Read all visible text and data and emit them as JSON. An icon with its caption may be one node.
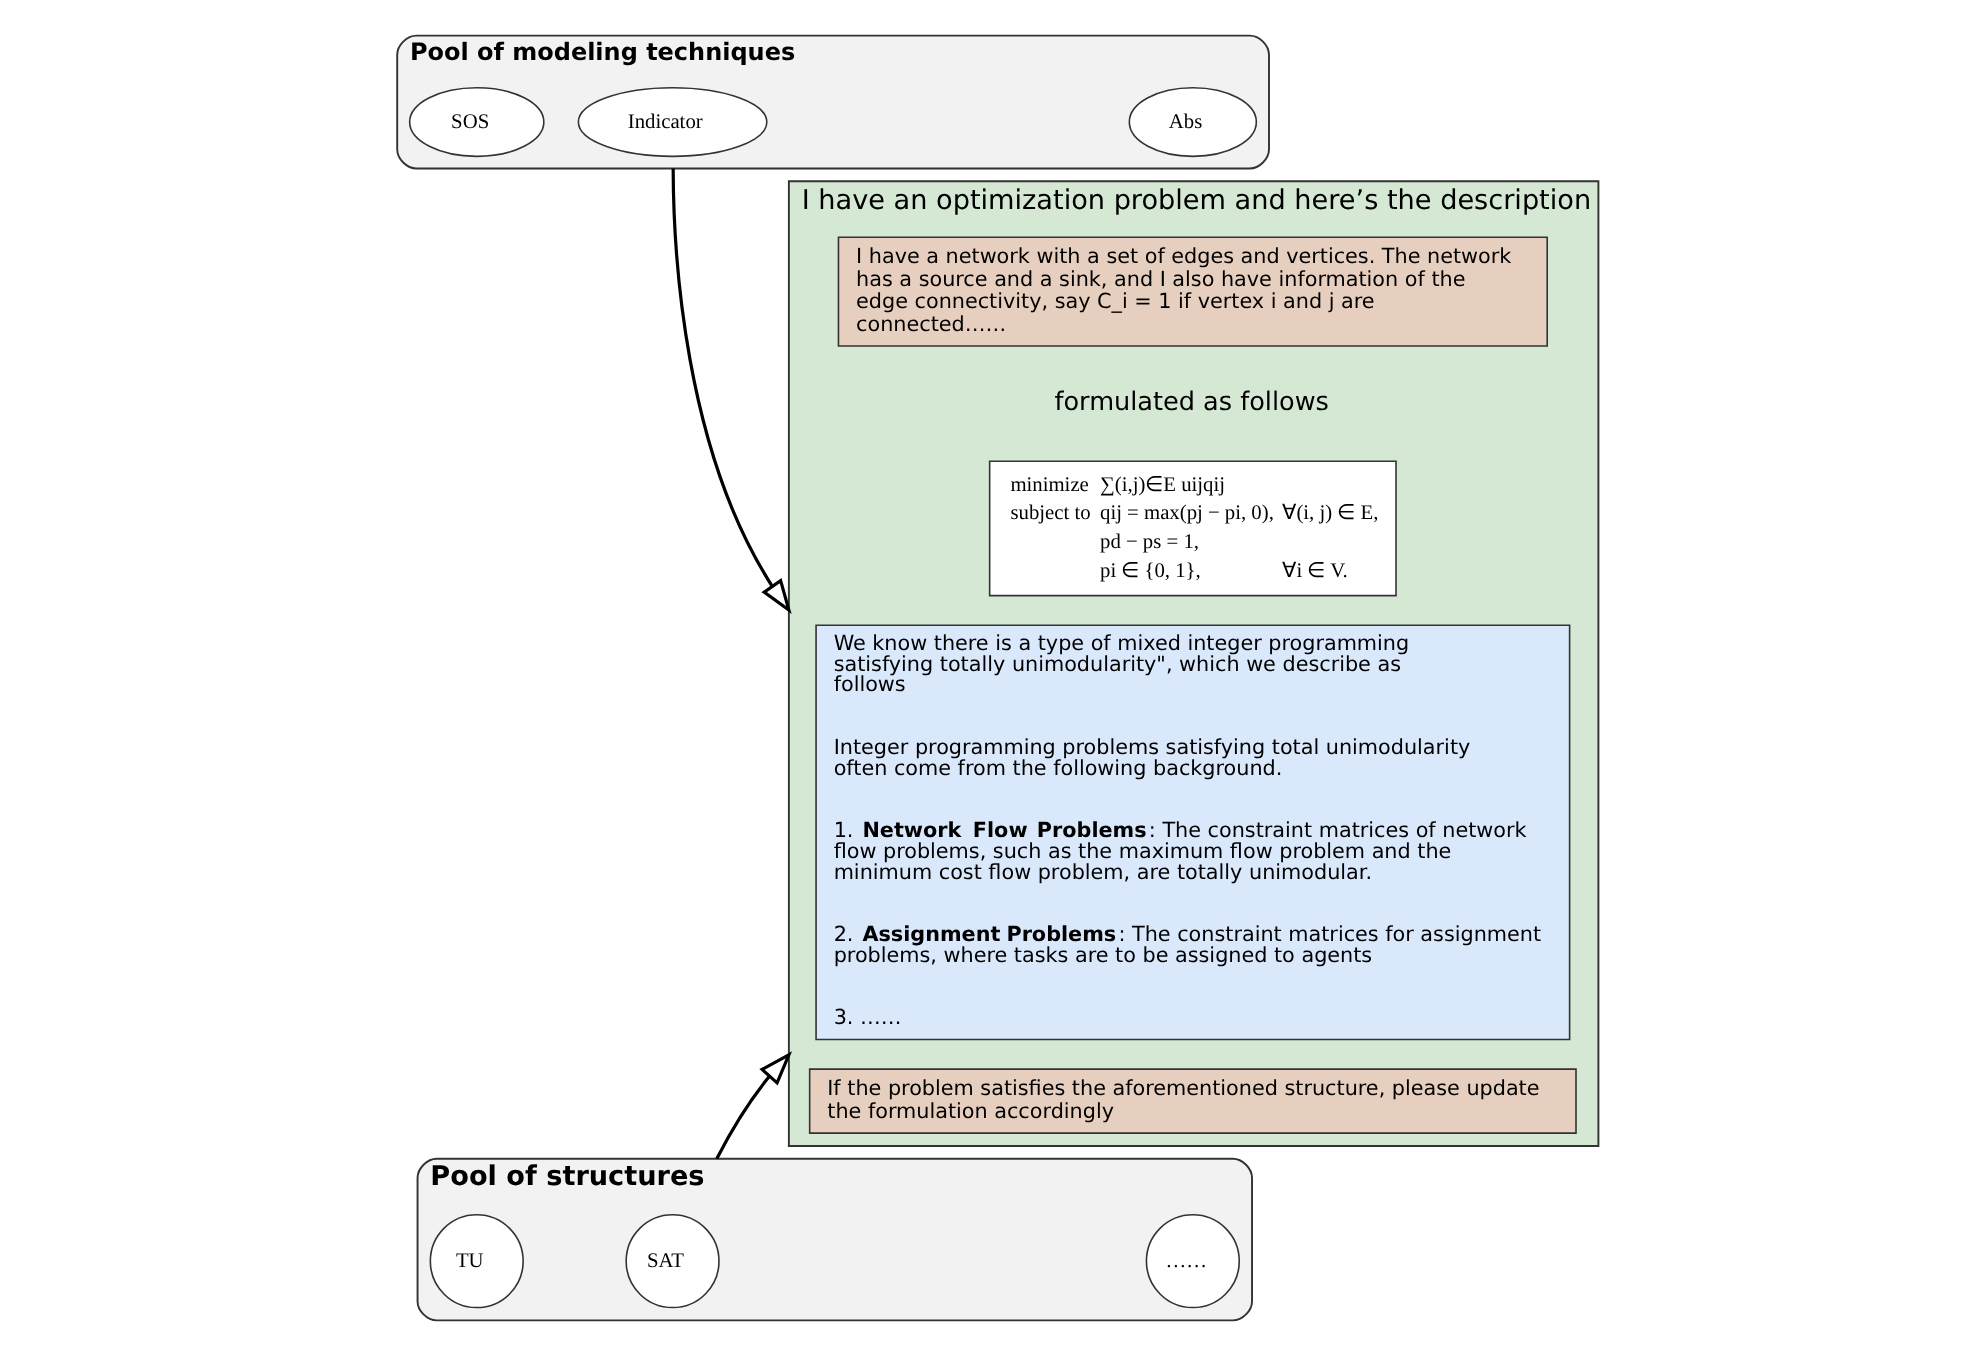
{
  "diagram": {
    "nodes": [
      {
        "text": [
          "Pool of modeling techniques"
        ]
      },
      {
        "text": [
          "SOS"
        ],
        "in": 0
      },
      {
        "text": [
          "Indicator"
        ],
        "in": 0
      },
      {
        "text": [
          "Abs"
        ],
        "in": 0
      },
      {
        "text": [
          "Pool of structures"
        ]
      },
      {
        "text": [
          "TU"
        ],
        "in": 4
      },
      {
        "text": [
          "SAT"
        ],
        "in": 4
      },
      {
        "text": [
          "……"
        ],
        "in": 4
      },
      {
        "text": [
          "I have an optimization problem and here’s the description",
          "formulated as follows"
        ]
      },
      {
        "text": [
          "I have a network with a set of edges and vertices. The network has a source and a sink, and I also have information of the edge connectivity, say C_i = 1 if vertex i and j are connected……"
        ],
        "in": 8
      },
      {
        "text": [
          "minimize",
          "∑(i,j)∈E uijqij",
          "subject to",
          "qij = max(pj − pi, 0),",
          "∀(i, j) ∈ E,",
          "pd − ps = 1,",
          "pi ∈ {0, 1},",
          "∀i ∈ V."
        ],
        "in": 8
      },
      {
        "text": [
          "We know there is a type of mixed integer programming satisfying totally unimodularity\", which we describe as follows",
          "Integer programming problems satisfying total unimodularity often come from the following background.",
          "1. **Network Flow Problems**: The constraint matrices of network flow problems, such as the maximum flow problem and the minimum cost flow problem, are totally unimodular.",
          "2. **Assignment Problems**: The constraint matrices for assignment problems, where tasks are to be assigned to agents",
          "3. ……"
        ],
        "in": 8
      },
      {
        "text": [
          "If the problem satisfies the aforementioned structure, please update the formulation accordingly"
        ],
        "in": 8
      }
    ],
    "edges": [
      {
        "from": 0,
        "to": 8,
        "arrow": "to"
      },
      {
        "from": 4,
        "to": 8,
        "arrow": "to"
      }
    ]
  }
}
